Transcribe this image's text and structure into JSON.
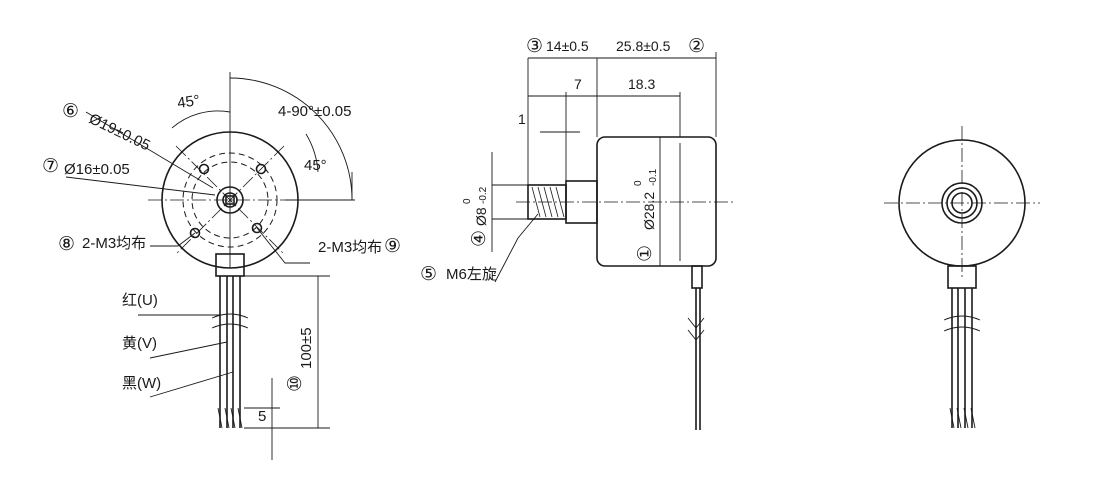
{
  "front_view": {
    "angle_45_top": "45°",
    "angle_4x90": "4-90°±0.05",
    "angle_45_right": "45°",
    "callout_6": "⑥",
    "dim_phi19": "Ø19±0.05",
    "callout_7": "⑦",
    "dim_phi16": "Ø16±0.05",
    "callout_8": "⑧",
    "m3_left": "2-M3均布",
    "m3_right": "2-M3均布",
    "callout_9": "⑨",
    "wire_red": "红(U)",
    "wire_yellow": "黄(V)",
    "wire_black": "黑(W)",
    "callout_10": "⑩",
    "dim_100": "100±5",
    "dim_5": "5"
  },
  "side_view": {
    "callout_3": "③",
    "dim_14": "14±0.5",
    "dim_25_8": "25.8±0.5",
    "callout_2": "②",
    "dim_7": "7",
    "dim_18_3": "18.3",
    "dim_1": "1",
    "dim_phi8": "Ø8",
    "tol_phi8_upper": "0",
    "tol_phi8_lower": "-0.2",
    "callout_4": "④",
    "dim_phi28": "Ø28.2",
    "tol_phi28_upper": "0",
    "tol_phi28_lower": "-0.1",
    "callout_1": "①",
    "callout_5": "⑤",
    "thread_label": "M6左旋"
  }
}
